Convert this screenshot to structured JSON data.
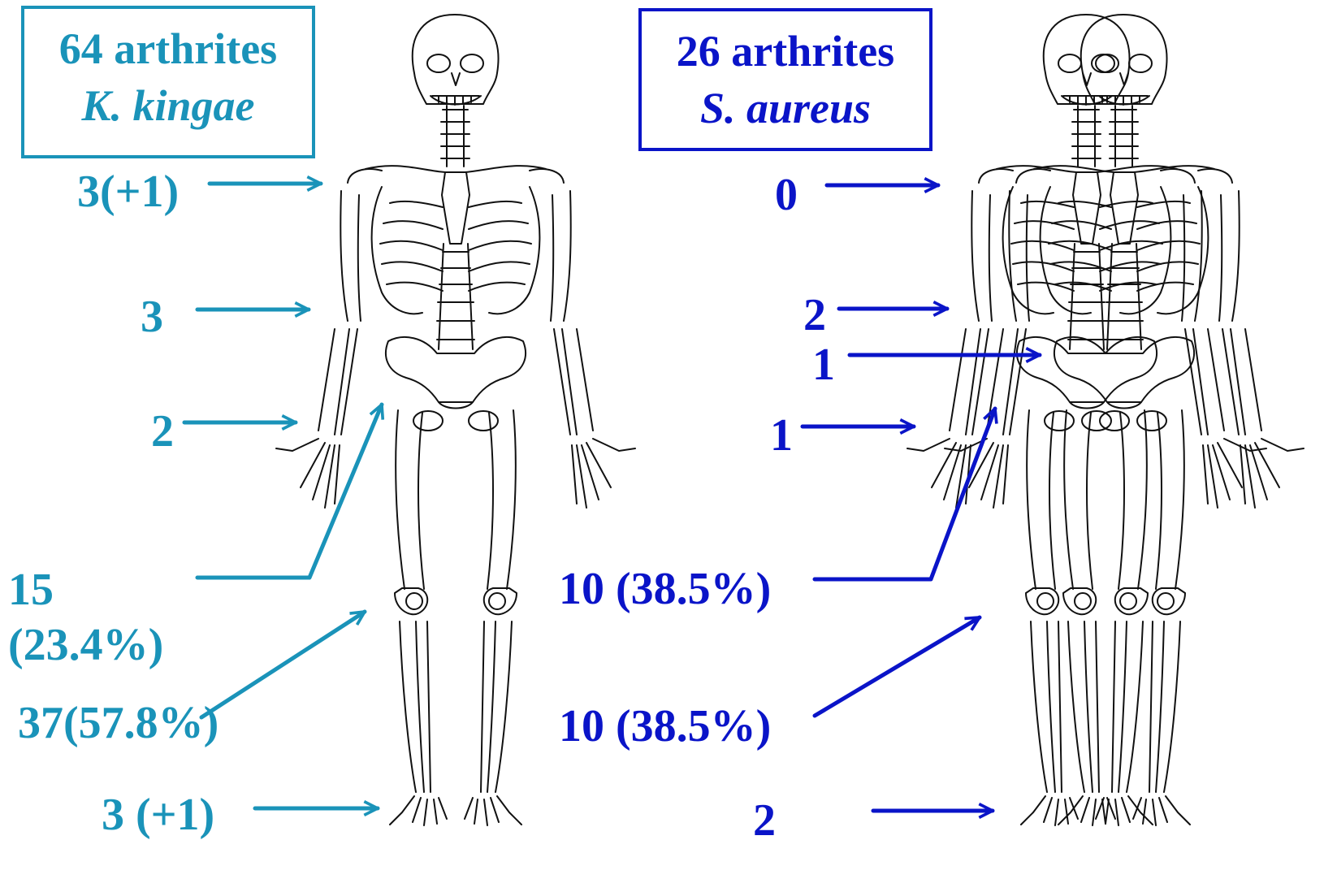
{
  "colors": {
    "kingae": "#1a93b9",
    "aureus": "#0a14c8",
    "bone": "#111111"
  },
  "kingae": {
    "total": "64 arthrites",
    "organism": "K. kingae",
    "counts": {
      "shoulder": "3(+1)",
      "elbow": "3",
      "wrist": "2",
      "hip_value": "15",
      "hip_percent": "(23.4%)",
      "knee": "37(57.8%)",
      "ankle": "3 (+1)"
    }
  },
  "aureus": {
    "total": "26 arthrites",
    "organism": "S. aureus",
    "counts": {
      "shoulder": "0",
      "elbow": "2",
      "sacroiliac": "1",
      "wrist": "1",
      "hip": "10 (38.5%)",
      "knee": "10 (38.5%)",
      "ankle": "2"
    }
  }
}
